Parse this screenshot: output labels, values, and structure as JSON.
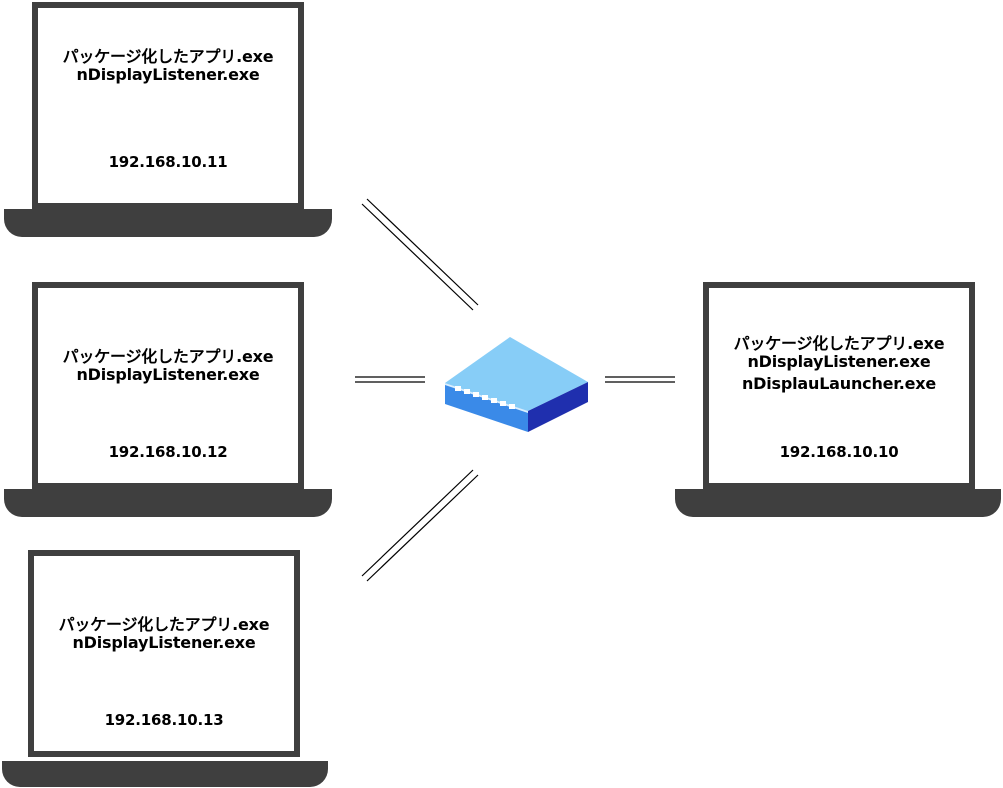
{
  "laptops": [
    {
      "lines": [
        "パッケージ化したアプリ.exe",
        "nDisplayListener.exe"
      ],
      "ip": "192.168.10.11"
    },
    {
      "lines": [
        "パッケージ化したアプリ.exe",
        "nDisplayListener.exe"
      ],
      "ip": "192.168.10.12"
    },
    {
      "lines": [
        "パッケージ化したアプリ.exe",
        "nDisplayListener.exe"
      ],
      "ip": "192.168.10.13"
    },
    {
      "lines": [
        "パッケージ化したアプリ.exe",
        "nDisplayListener.exe",
        "nDisplauLauncher.exe"
      ],
      "ip": "192.168.10.10"
    }
  ],
  "switch": {
    "icon": "network-switch-icon",
    "colors": {
      "top": "#7fc6f5",
      "front": "#2f7fe0",
      "side": "#1e2fb0",
      "ports": "#ffffff"
    }
  },
  "colors": {
    "laptop_frame": "#3f3f3f",
    "screen": "#ffffff",
    "connector": "#000000"
  }
}
